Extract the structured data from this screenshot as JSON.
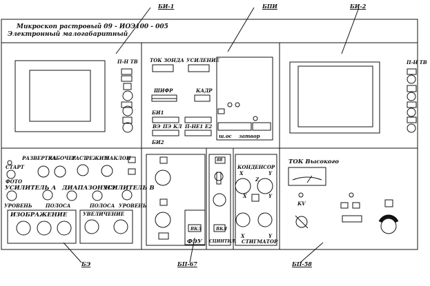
{
  "title": {
    "line1": "Микроскоп растровый  09 - ИОЭ100 - 005",
    "line2": "Электронный малогабаритный"
  },
  "callouts": [
    "БИ-1",
    "БПИ",
    "БИ-2",
    "БЭ",
    "БП-67",
    "БП-58"
  ],
  "bi1": {
    "switch_label": "П-Н ТВ"
  },
  "bi2": {
    "switch_label": "П-Н ТВ"
  },
  "bpi": {
    "tok_zonda": "ТОК ЗОНДА",
    "usilenie": "УСИЛЕНИЕ",
    "shifr": "ШИФР",
    "kadr": "КАДР",
    "bi1": "БИ1",
    "row_labels": [
      "ВЭ",
      "ПЭ",
      "КЛ",
      "П-Н",
      "Е1",
      "Е2"
    ],
    "bi2": "БИ2",
    "indicator_labels": [
      "ш.ос",
      "затвор"
    ]
  },
  "be": {
    "start": "СТАРТ",
    "foto": "ФОТО",
    "top_row": [
      "РАЗВЕРТКА",
      "РАБОЧЕЕ",
      "РАСТ.",
      "РЕЖИМ",
      "НАКЛОН"
    ],
    "usilitel_a": "УСИЛИТЕЛЬ А",
    "diapazon": "ДИАПАЗОН  НЭ",
    "usilitel_b": "УСИЛИТЕЛЬ В",
    "uroven1": "УРОВЕНЬ",
    "polosa1": "ПОЛОСА",
    "polosa2": "ПОЛОСА",
    "uroven2": "УРОВЕНЬ",
    "izobrazhenie": "ИЗОБРАЖЕНИЕ",
    "uvelichenie": "УВЕЛИЧЕНИЕ"
  },
  "bp67": {
    "fzu": "ФЭУ",
    "vkl1": "ВКЛ",
    "vkl2": "ВКЛ",
    "scint": "СЦИНТИЛ.",
    "kondensor": "КОНДЕНСОР",
    "stigmator": "СТИГМАТОР",
    "axes": [
      "X",
      "Y",
      "Z",
      "X",
      "Y",
      "X",
      "Y"
    ],
    "counter": "88"
  },
  "bp58": {
    "tok": "ТОК Высокого",
    "kv": "KV"
  }
}
